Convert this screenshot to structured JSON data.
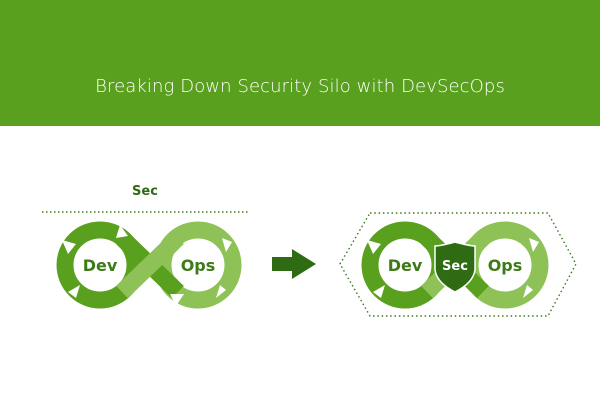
{
  "header": {
    "title": "Breaking Down Security Silo with DevSecOps",
    "background_color": "#5aa01f"
  },
  "before": {
    "sec_label": "Sec",
    "dev_label": "Dev",
    "ops_label": "Ops"
  },
  "after": {
    "dev_label": "Dev",
    "sec_label": "Sec",
    "ops_label": "Ops"
  },
  "arrow": {
    "icon": "right-arrow-icon"
  },
  "colors": {
    "dark_green": "#2e6b12",
    "mid_green": "#5aa01f",
    "light_green": "#8fc256",
    "label_green": "#3d7a18"
  }
}
